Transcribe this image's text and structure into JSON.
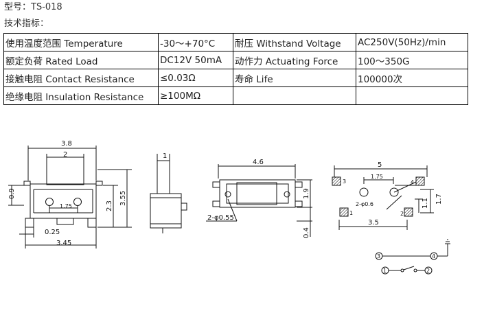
{
  "header": {
    "model_line": "型号：TS-018",
    "spec_title": "技术指标："
  },
  "specs": {
    "rows": [
      [
        "使用温度范围 Temperature",
        "-30～+70°C",
        "耐压 Withstand Voltage",
        "AC250V(50Hz)/min"
      ],
      [
        "额定负荷 Rated Load",
        "DC12V 50mA",
        "动作力 Actuating Force",
        "100～350G"
      ],
      [
        "接触电阻 Contact Resistance",
        "≤0.03Ω",
        "寿命 Life",
        "100000次"
      ],
      [
        "绝缘电阻 Insulation Resistance",
        "≥100MΩ",
        "",
        ""
      ]
    ]
  },
  "drawing": {
    "front_view": {
      "dim_width": "3.8",
      "dim_actuator": "2",
      "dim_left": "0.9",
      "dim_pin_pitch": "1.75",
      "dim_body": "2.3",
      "dim_total_height": "3.55",
      "dim_bottom_small": "0.25",
      "dim_total_width": "3.45"
    },
    "side_view": {
      "dim_actuator": "1"
    },
    "top_view": {
      "dim_length": "4.6",
      "dim_height": "1.9",
      "dim_holes": "2-φ0.55",
      "dim_bottom": "0.4"
    },
    "pcb_layout": {
      "dim_width": "5",
      "dim_pitch": "1.75",
      "dim_holes": "2-φ0.6",
      "dim_right_a": "1.1",
      "dim_right_b": "1.7",
      "dim_bottom": "3.5",
      "pad_3": "3",
      "pad_4": "4",
      "pad_1": "1",
      "pad_2": "2"
    },
    "circuit": {
      "node_3": "3",
      "node_4": "4",
      "node_1": "1",
      "node_2": "2"
    }
  }
}
